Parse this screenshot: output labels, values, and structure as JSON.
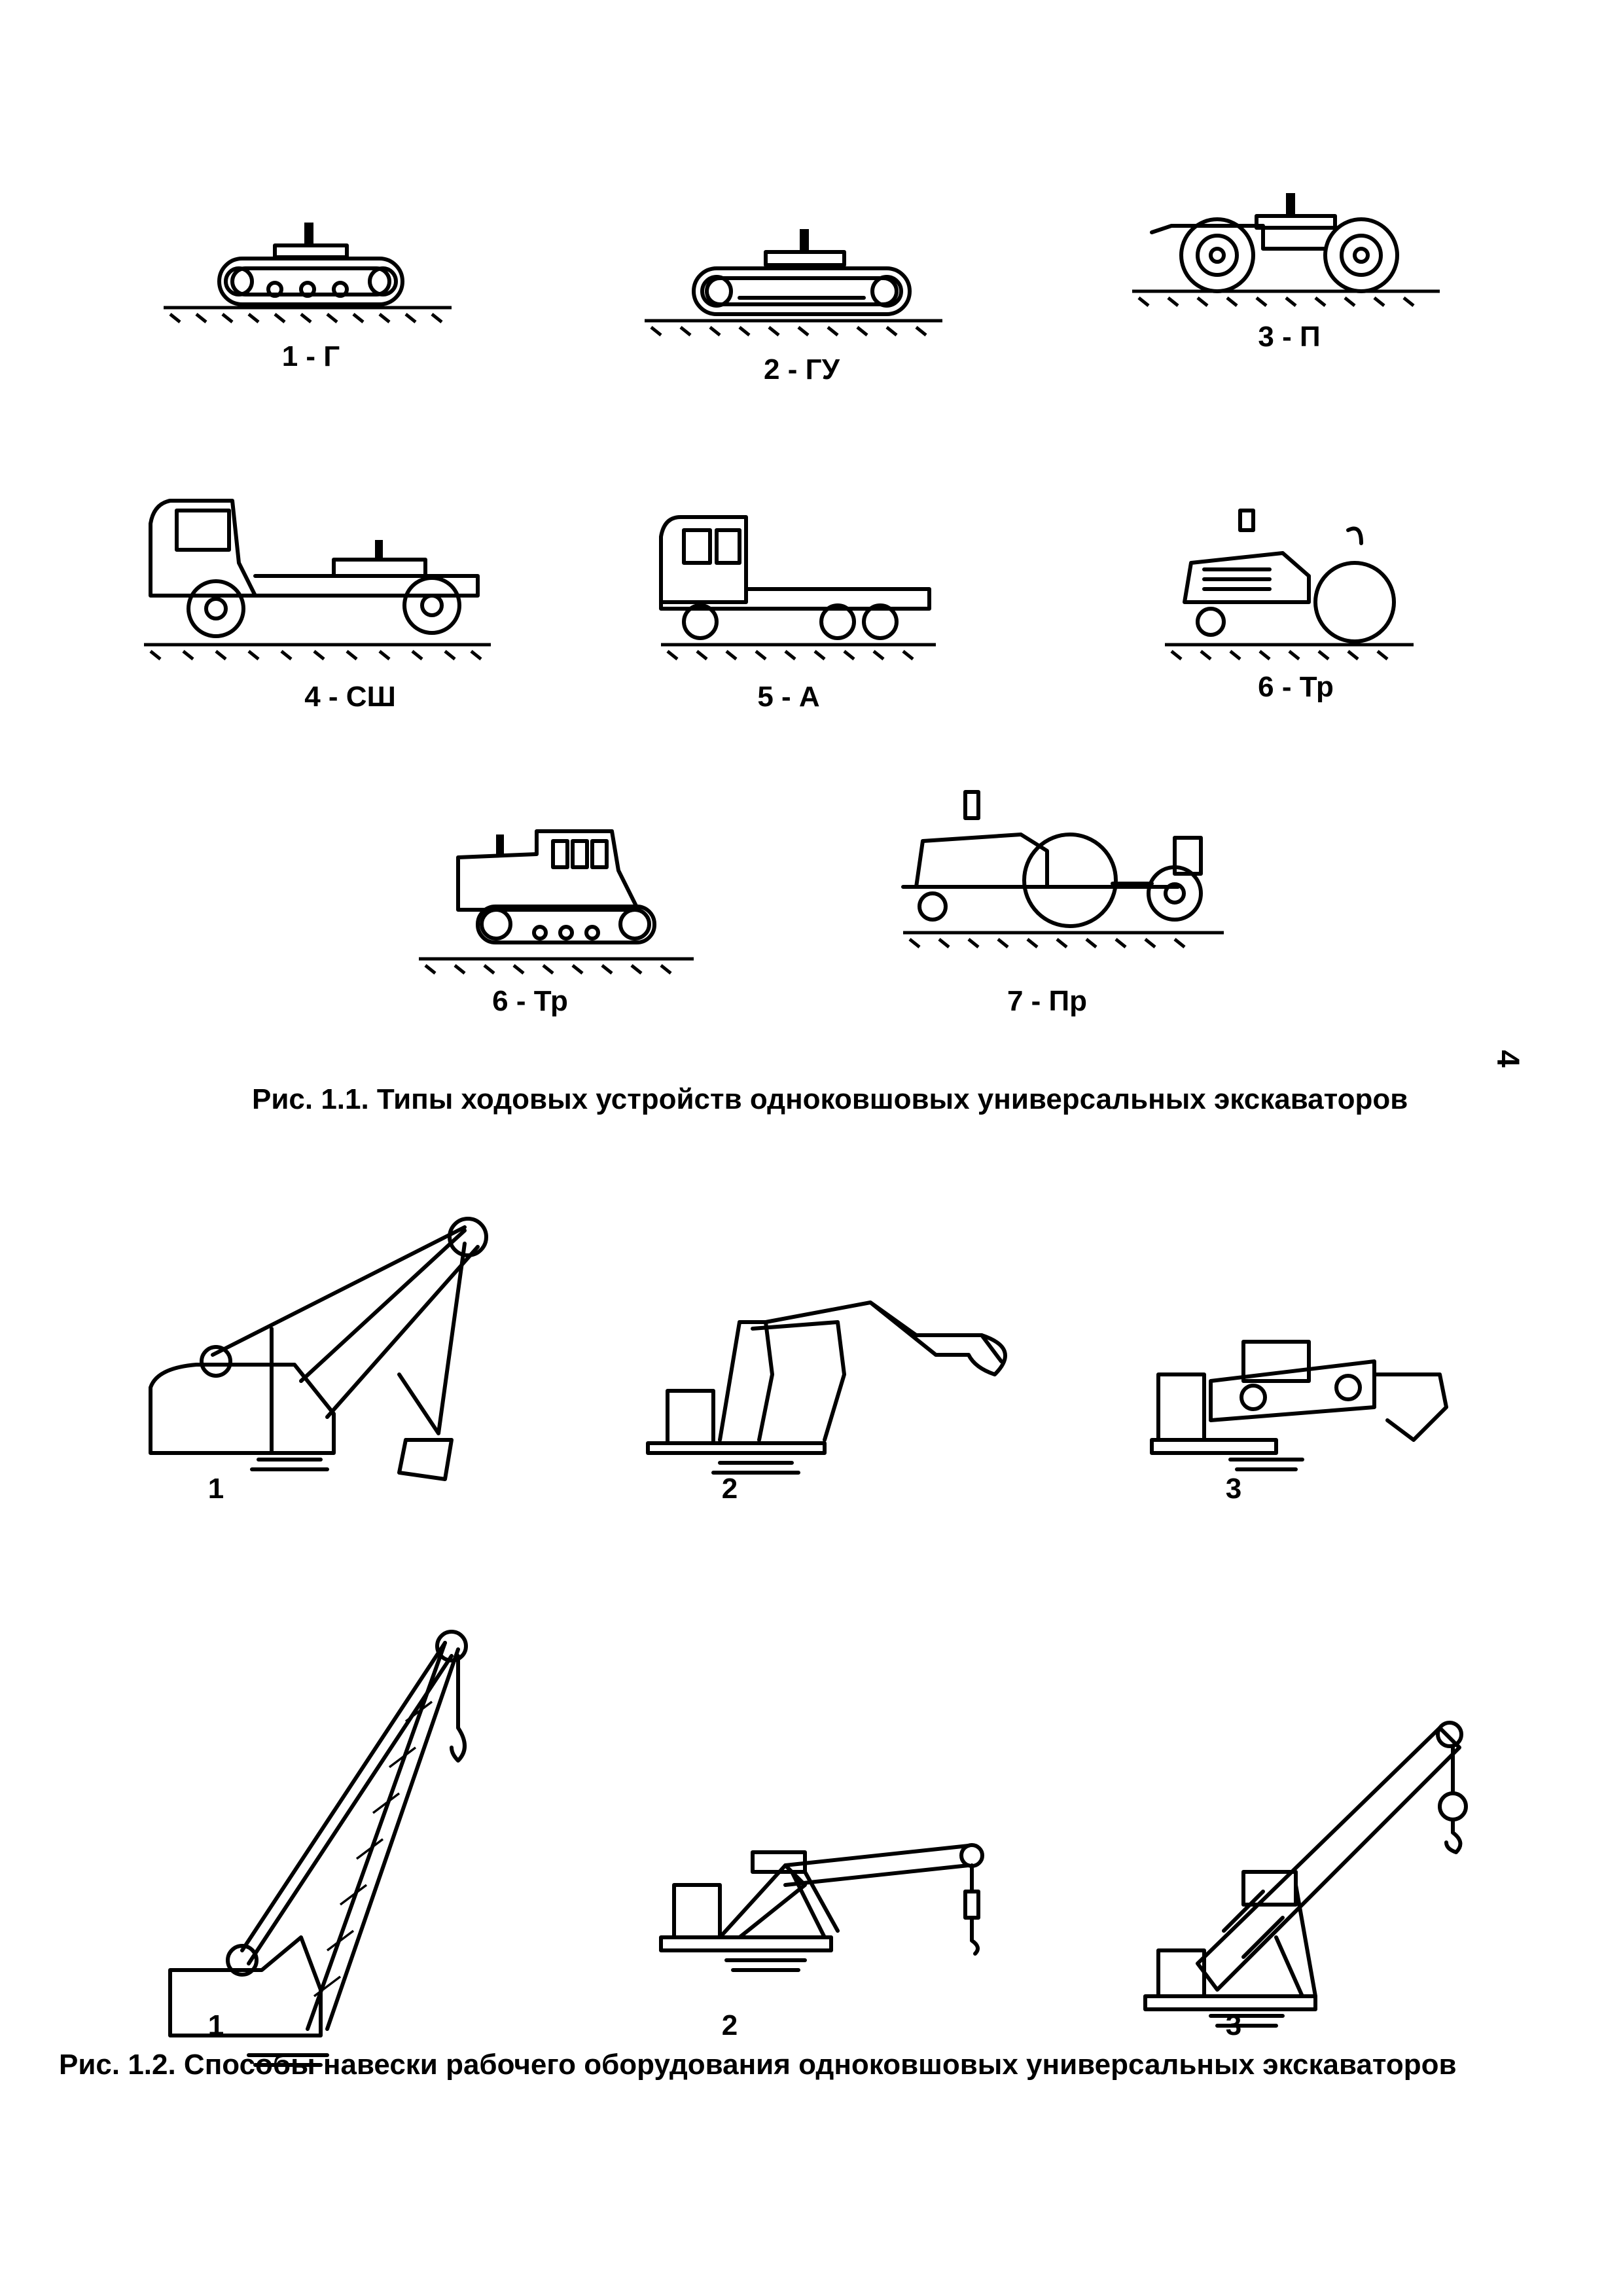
{
  "page_number": "4",
  "figure1": {
    "caption": "Рис. 1.1. Типы ходовых устройств одноковшовых универсальных экскаваторов",
    "items": [
      {
        "label": "1 - Г",
        "icon": "crawler-undercarriage-icon"
      },
      {
        "label": "2 - ГУ",
        "icon": "wide-crawler-undercarriage-icon"
      },
      {
        "label": "3 - П",
        "icon": "pneumatic-wheel-undercarriage-icon"
      },
      {
        "label": "4 - СШ",
        "icon": "special-chassis-truck-icon"
      },
      {
        "label": "5 - А",
        "icon": "automobile-chassis-icon"
      },
      {
        "label": "6 - Тр",
        "icon": "wheeled-tractor-icon"
      },
      {
        "label": "6 - Тр",
        "icon": "crawler-tractor-icon"
      },
      {
        "label": "7 - Пр",
        "icon": "tractor-with-trailer-icon"
      }
    ]
  },
  "figure2": {
    "caption": "Рис. 1.2. Способы навески рабочего  оборудования одноковшовых универсальных экскаваторов",
    "items": [
      {
        "label": "1",
        "icon": "shovel-rope-suspension-icon"
      },
      {
        "label": "2",
        "icon": "backhoe-hydraulic-icon"
      },
      {
        "label": "3",
        "icon": "telescopic-bucket-icon"
      },
      {
        "label": "1",
        "icon": "lattice-crane-boom-icon"
      },
      {
        "label": "2",
        "icon": "hydraulic-crane-boom-icon"
      },
      {
        "label": "3",
        "icon": "telescopic-crane-boom-icon"
      }
    ]
  }
}
